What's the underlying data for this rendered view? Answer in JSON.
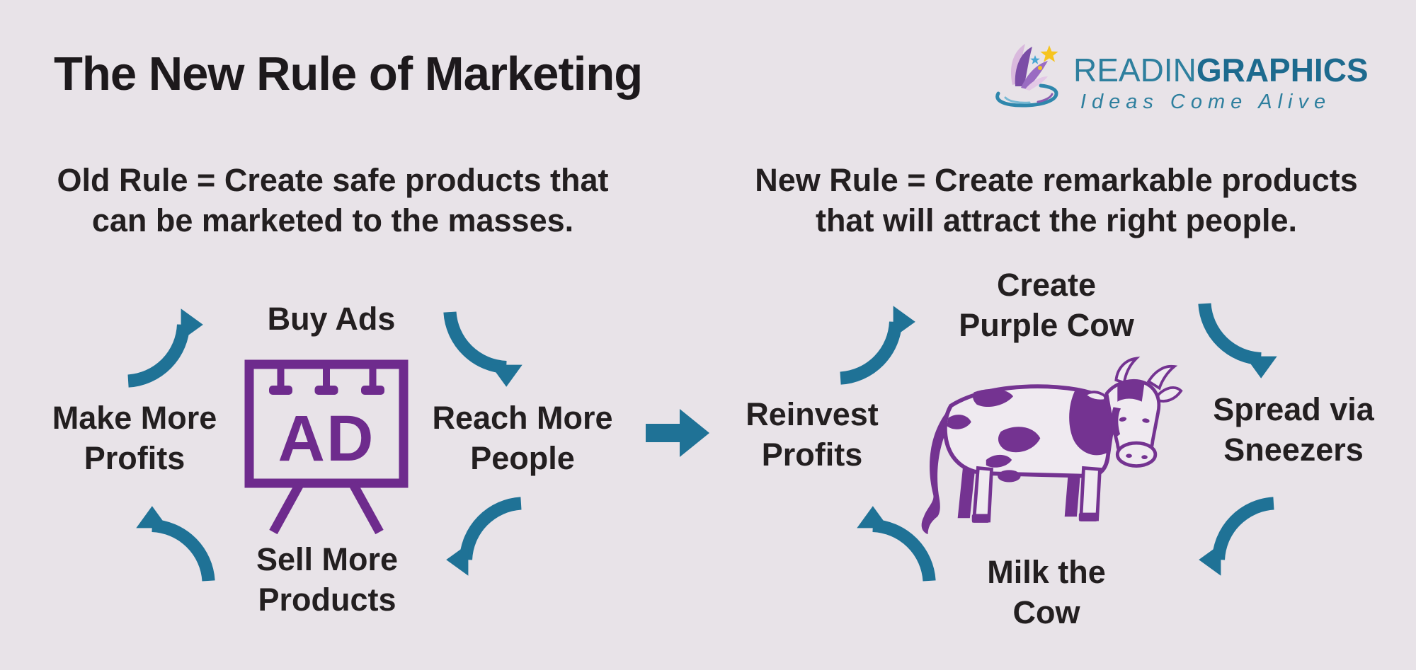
{
  "title": "The New Rule of Marketing",
  "logo": {
    "name_light": "READIN",
    "name_bold": "GRAPHICS",
    "tagline": "Ideas Come Alive",
    "icon": "book-butterfly-swoosh-icon"
  },
  "subtitles": {
    "old_rule": {
      "line1": "Old Rule = Create safe products that",
      "line2": "can be marketed to the masses."
    },
    "new_rule": {
      "line1": "New Rule = Create remarkable products",
      "line2": "that will attract the right people."
    }
  },
  "old_cycle": {
    "center_icon": "ad-billboard-icon",
    "billboard_text": "AD",
    "labels": {
      "top": {
        "l1": "Buy Ads",
        "l2": ""
      },
      "right": {
        "l1": "Reach More",
        "l2": "People"
      },
      "bottom": {
        "l1": "Sell More",
        "l2": "Products"
      },
      "left": {
        "l1": "Make More",
        "l2": "Profits"
      }
    }
  },
  "new_cycle": {
    "center_icon": "purple-cow-icon",
    "labels": {
      "top": {
        "l1": "Create",
        "l2": "Purple Cow"
      },
      "right": {
        "l1": "Spread via",
        "l2": "Sneezers"
      },
      "bottom": {
        "l1": "Milk the",
        "l2": "Cow"
      },
      "left": {
        "l1": "Reinvest",
        "l2": "Profits"
      }
    }
  },
  "colors": {
    "background": "#e8e3e8",
    "text": "#231f20",
    "arrow_teal": "#1f7296",
    "billboard_purple": "#6e2b8d",
    "cow_purple": "#743391",
    "logo_teal": "#2e7f9e",
    "logo_teal_dark": "#1d6a8e",
    "logo_yellow": "#f6c41f",
    "logo_blue": "#49a7d4"
  }
}
